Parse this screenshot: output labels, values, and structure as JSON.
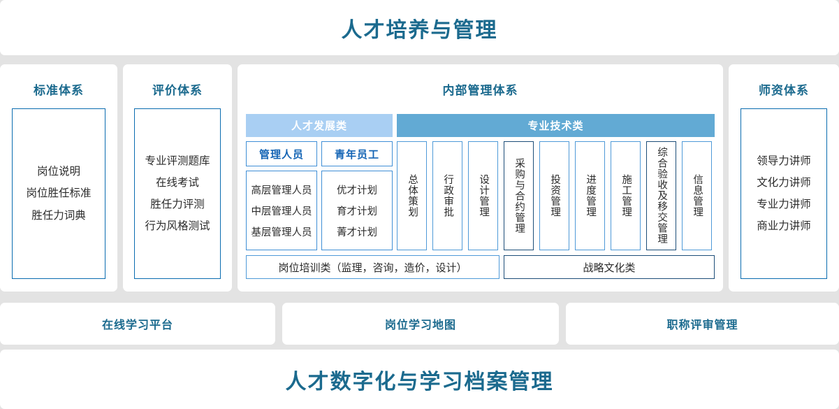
{
  "colors": {
    "background": "#e3e3e3",
    "card": "#ffffff",
    "title_teal": "#1b6a8e",
    "band_light_blue": "#a9cff3",
    "band_blue": "#62aad4",
    "border_blue": "#0a6cb0",
    "border_light_blue": "#4f9ad8",
    "border_navy": "#1d4e79",
    "text_dark": "#2b2b2b"
  },
  "top_banner": {
    "title": "人才培养与管理"
  },
  "bottom_banner": {
    "title": "人才数字化与学习档案管理"
  },
  "panels": {
    "standard": {
      "title": "标准体系",
      "items": [
        "岗位说明",
        "岗位胜任标准",
        "胜任力词典"
      ]
    },
    "evaluation": {
      "title": "评价体系",
      "items": [
        "专业评测题库",
        "在线考试",
        "胜任力评测",
        "行为风格测试"
      ]
    },
    "internal": {
      "title": "内部管理体系",
      "band_talent": "人才发展类",
      "band_tech": "专业技术类",
      "talent_groups": [
        {
          "head": "管理人员",
          "items": [
            "高层管理人员",
            "中层管理人员",
            "基层管理人员"
          ]
        },
        {
          "head": "青年员工",
          "items": [
            "优才计划",
            "育才计划",
            "菁才计划"
          ]
        }
      ],
      "tech_columns": [
        {
          "label": "总体策划",
          "emphasis": false
        },
        {
          "label": "行政审批",
          "emphasis": false
        },
        {
          "label": "设计管理",
          "emphasis": false
        },
        {
          "label": "采购与合约管理",
          "emphasis": true
        },
        {
          "label": "投资管理",
          "emphasis": false
        },
        {
          "label": "进度管理",
          "emphasis": false
        },
        {
          "label": "施工管理",
          "emphasis": false
        },
        {
          "label": "综合验收及移交管理",
          "emphasis": true
        },
        {
          "label": "信息管理",
          "emphasis": false
        }
      ],
      "wide_boxes": {
        "job_training": "岗位培训类（监理，咨询，造价，设计）",
        "strategy_culture": "战略文化类"
      }
    },
    "faculty": {
      "title": "师资体系",
      "items": [
        "领导力讲师",
        "文化力讲师",
        "专业力讲师",
        "商业力讲师"
      ]
    }
  },
  "platforms": [
    {
      "label": "在线学习平台"
    },
    {
      "label": "岗位学习地图"
    },
    {
      "label": "职称评审管理"
    }
  ]
}
